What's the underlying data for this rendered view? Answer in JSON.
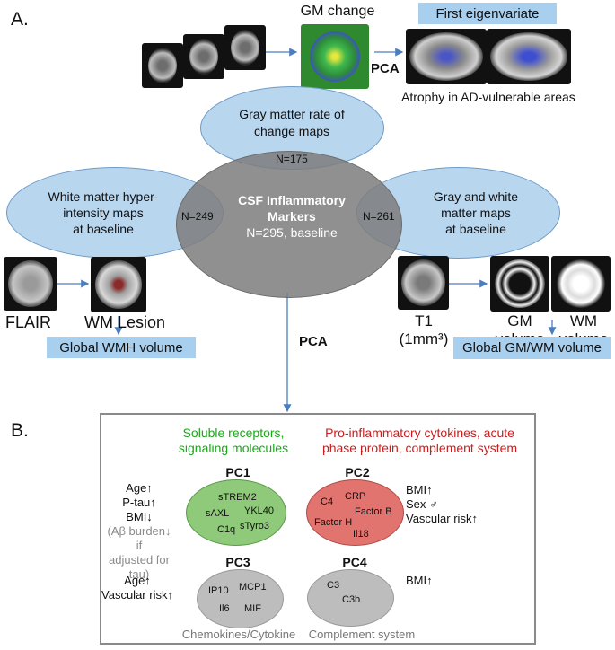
{
  "labels": {
    "a": "A.",
    "b": "B."
  },
  "top": {
    "gm_change": "GM change",
    "first_eigen": "First eigenvariate",
    "pca": "PCA",
    "atrophy": "Atrophy in AD-vulnerable areas"
  },
  "ellipses": {
    "top": {
      "line1": "Gray matter rate of",
      "line2": "change maps",
      "n": "N=175"
    },
    "left": {
      "line1": "White matter hyper-",
      "line2": "intensity maps",
      "line3": "at baseline",
      "n": "N=249"
    },
    "right": {
      "line1": "Gray and white",
      "line2": "matter maps",
      "line3": "at baseline",
      "n": "N=261"
    },
    "center": {
      "line1": "CSF Inflammatory",
      "line2": "Markers",
      "line3": "N=295, baseline"
    }
  },
  "left_panel": {
    "flair": "FLAIR",
    "wm_lesion": "WM Lesion",
    "global_wmh": "Global WMH volume"
  },
  "right_panel": {
    "t1": "T1",
    "t1_res": "(1mm³)",
    "gm": "GM",
    "gm_vol": "volume",
    "wm": "WM",
    "wm_vol": "volume",
    "global_gmwm": "Global GM/WM volume"
  },
  "center_pca": "PCA",
  "section_b": {
    "green_header_1": "Soluble receptors,",
    "green_header_2": "signaling molecules",
    "red_header_1": "Pro-inflammatory cytokines, acute",
    "red_header_2": "phase protein, complement system",
    "pc1": {
      "title": "PC1",
      "markers": [
        "sTREM2",
        "sAXL",
        "YKL40",
        "C1q",
        "sTyro3"
      ],
      "assoc": [
        "Age↑",
        "P-tau↑",
        "BMI↓"
      ],
      "note": [
        "(Aβ burden↓ if",
        "adjusted for tau)"
      ]
    },
    "pc2": {
      "title": "PC2",
      "markers": [
        "C4",
        "CRP",
        "Factor B",
        "Factor H",
        "Il18"
      ],
      "assoc": [
        "BMI↑",
        "Sex ♂",
        "Vascular risk↑"
      ]
    },
    "pc3": {
      "title": "PC3",
      "markers": [
        "IP10",
        "MCP1",
        "Il6",
        "MIF"
      ],
      "assoc": [
        "Age↑",
        "Vascular risk↑"
      ],
      "caption": "Chemokines/Cytokine"
    },
    "pc4": {
      "title": "PC4",
      "markers": [
        "C3",
        "C3b"
      ],
      "assoc": [
        "BMI↑"
      ],
      "caption": "Complement system"
    }
  },
  "colors": {
    "ellipse_blue": "#b9d6ef",
    "center_gray": "#8c8c8c",
    "pc1_green": "#8fc97a",
    "pc2_red": "#e27470",
    "pc_gray": "#bdbdbd",
    "green_text": "#1aa81a",
    "red_text": "#c81e1e"
  }
}
